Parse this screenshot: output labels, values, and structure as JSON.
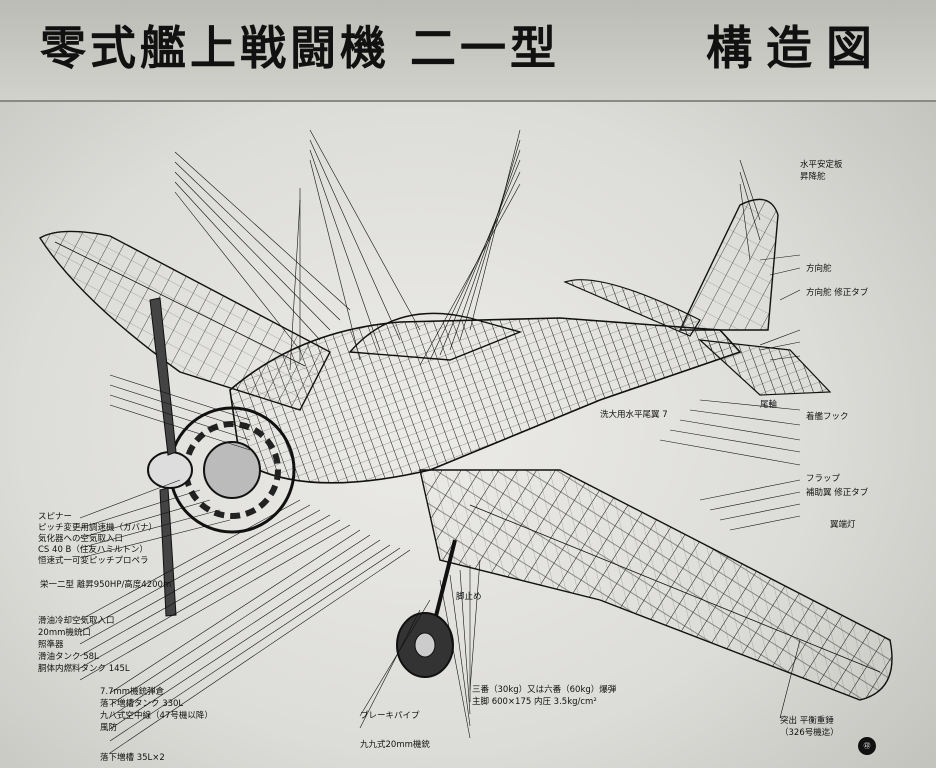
{
  "title": {
    "main": "零式艦上戦闘機 二一型",
    "sub": "構造図"
  },
  "labels": {
    "left": [
      "スピナー",
      "ピッチ変更用調速機（ガバナ）",
      "気化器への空気取入口",
      "CS 40 B（住友ハミルトン）",
      "恒速式一可変ピッチプロペラ",
      "栄一二型 離昇950HP/高度4200m",
      "滑油冷却空気取入口",
      "20mm機銃口",
      "照準器",
      "滑油タンク 58L",
      "胴体内燃料タンク 145L",
      "7.7mm機銃弾倉",
      "落下増槽タンク 330L",
      "九八式空中線（47号機以降）",
      "風防",
      "落下増槽 35L×2"
    ],
    "center": [
      "三番（30kg）又は六番（60kg）爆弾",
      "主脚 600×175 内圧 3.5kg/cm²",
      "ブレーキパイプ",
      "九九式20mm機銃",
      "脚止め",
      "洗大用水平尾翼 7"
    ],
    "right": [
      "水平安定板",
      "昇降舵",
      "方向舵",
      "方向舵 修正タブ",
      "尾輪",
      "着艦フック",
      "補助翼 修正タブ",
      "フラップ",
      "翼端灯",
      "突出 平衡重錘",
      "（326号機迄）"
    ]
  },
  "stamp": "㊞"
}
